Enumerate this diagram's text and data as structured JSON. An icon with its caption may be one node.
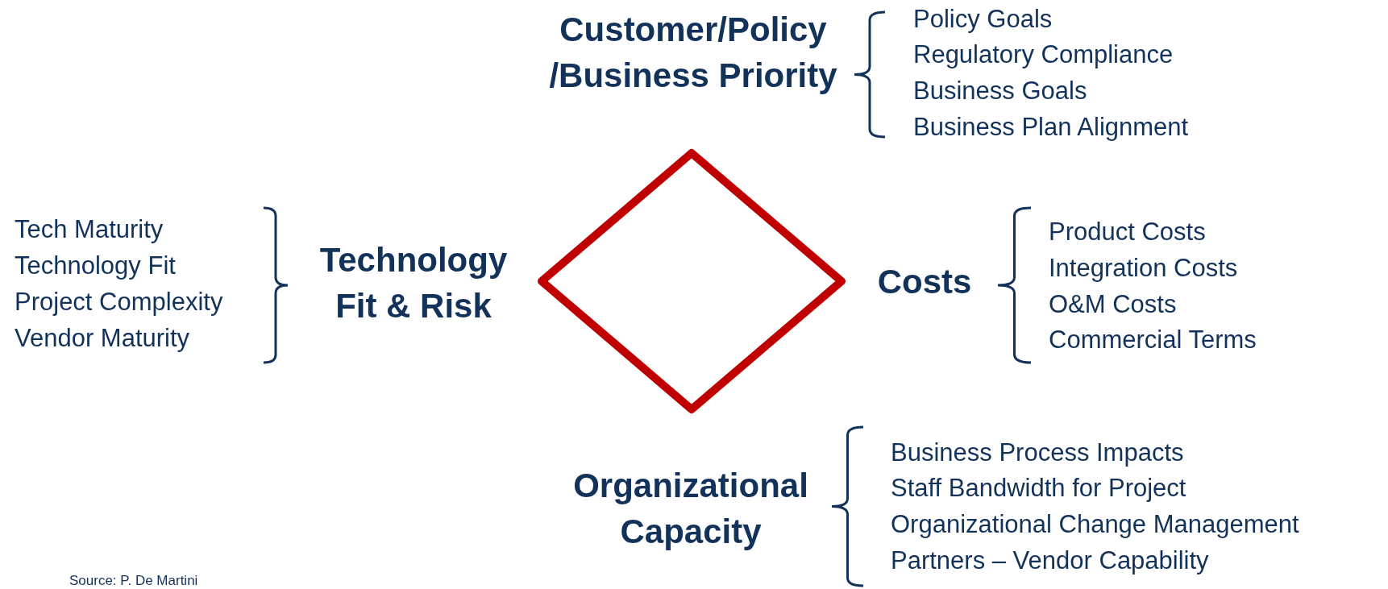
{
  "diagram": {
    "caption": "Source: P. De Martini",
    "nodes": [
      {
        "text": [],
        "shape": "diamond"
      }
    ],
    "labels": [
      "Customer/Policy /Business Priority",
      "Policy Goals",
      "Regulatory Compliance",
      "Business Goals",
      "Business Plan Alignment",
      "Tech Maturity",
      "Technology Fit",
      "Project Complexity",
      "Vendor Maturity",
      "Technology Fit & Risk",
      "Costs",
      "Product Costs",
      "Integration Costs",
      "O&M Costs",
      "Commercial Terms",
      "Organizational Capacity",
      "Business Process Impacts",
      "Staff Bandwidth for Project",
      "Organizational Change Management",
      "Partners – Vendor Capability"
    ]
  }
}
